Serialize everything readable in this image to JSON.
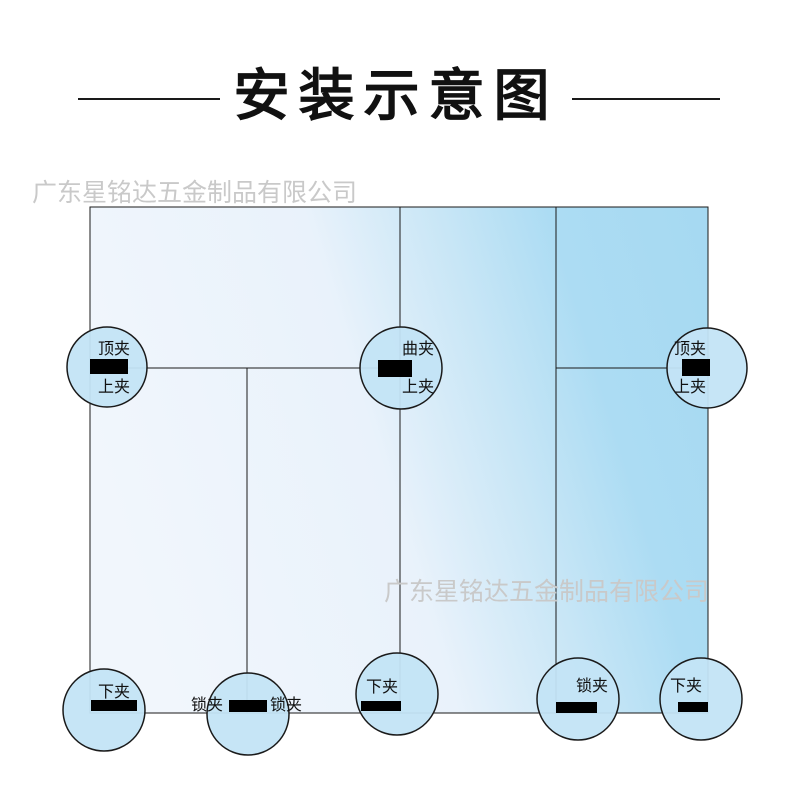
{
  "title": "安装示意图",
  "watermark": "广东星铭达五金制品有限公司",
  "labels": {
    "top_clip": "顶夹",
    "upper_clip": "上夹",
    "curved_clip": "曲夹",
    "lower_clip": "下夹",
    "lock_clip": "锁夹"
  },
  "colors": {
    "glass_light": "#f1f6fc",
    "glass_blue": "#a9dbf3",
    "circle_fill": "#c3e4f6",
    "outline": "#1a1a1a"
  }
}
